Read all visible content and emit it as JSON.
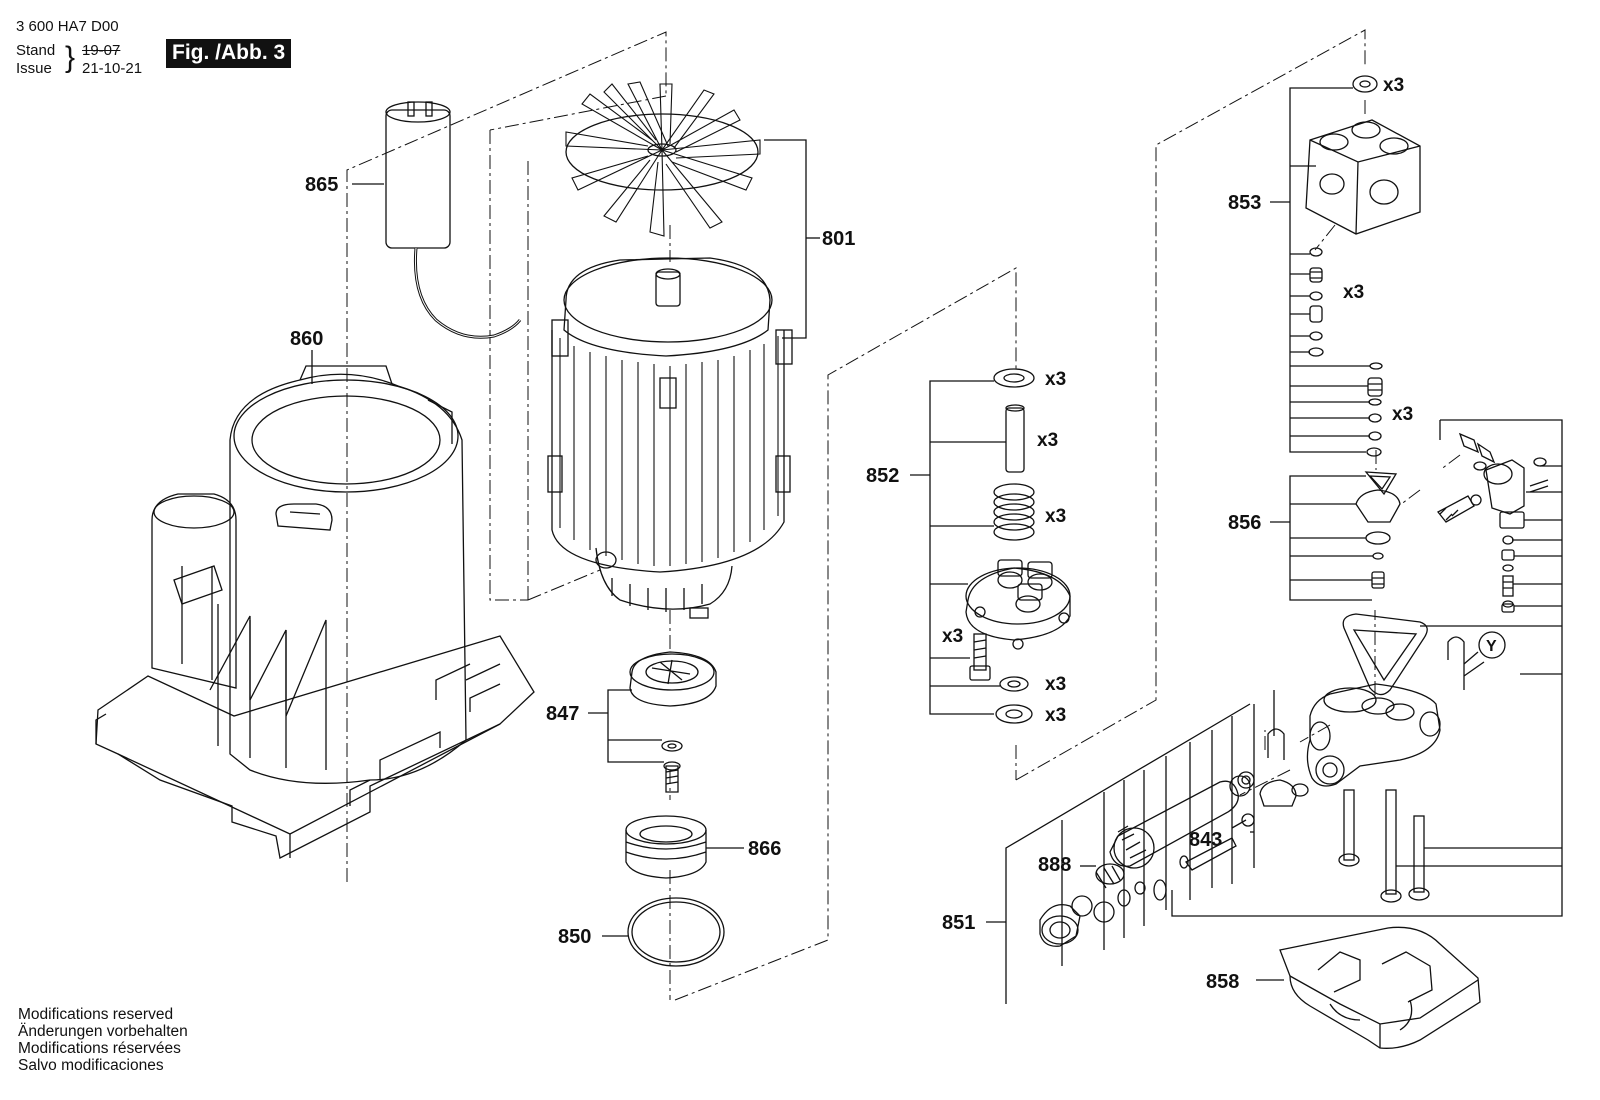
{
  "header": {
    "doc_number": "3 600 HA7 D00",
    "stand_label": "Stand",
    "issue_label": "Issue",
    "stand_value": "19-07",
    "issue_value": "21-10-21",
    "figure_badge": "Fig. /Abb. 3"
  },
  "callouts": {
    "p801": "801",
    "p843": "843",
    "p847": "847",
    "p850": "850",
    "p851": "851",
    "p852": "852",
    "p853": "853",
    "p856": "856",
    "p858": "858",
    "p860": "860",
    "p865": "865",
    "p866": "866",
    "p888": "888"
  },
  "quantities": {
    "x3": "x3"
  },
  "detail_marker": "Y",
  "footer": {
    "line1": "Modifications reserved",
    "line2": "Änderungen vorbehalten",
    "line3": "Modifications réservées",
    "line4": "Salvo modificaciones"
  }
}
